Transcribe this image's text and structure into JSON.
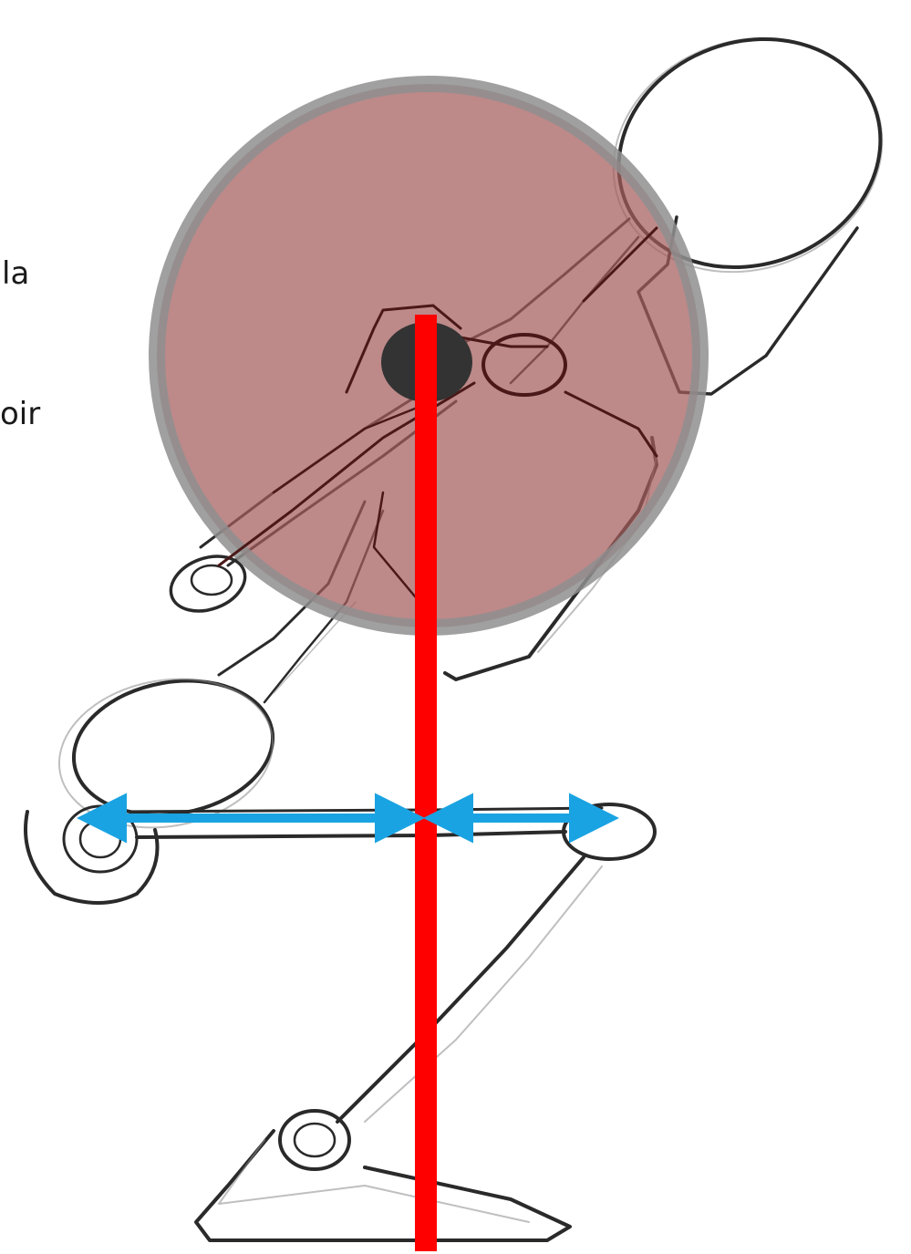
{
  "text_fragments": [
    "la",
    "oir"
  ],
  "colors": {
    "plate_fill": "#b98585",
    "plate_rim": "#8f8f8f",
    "bar_center": "#333333",
    "balance_line": "#ff0000",
    "arrows": "#1aa3e2",
    "sketch": "#2a2a2a"
  },
  "icons": [
    "barbell-plate",
    "balance-line",
    "double-arrow"
  ]
}
